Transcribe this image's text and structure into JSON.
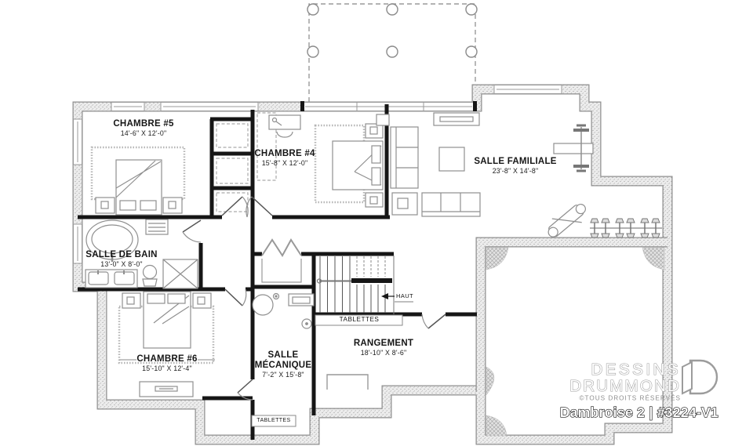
{
  "plan_title": "Dambroise 2 | #3224-V1",
  "brand": {
    "name_line1": "DESSINS",
    "name_line2": "DRUMMOND",
    "copyright": "©TOUS DROITS RÉSERVÉS"
  },
  "rooms": {
    "chambre5": {
      "name": "CHAMBRE #5",
      "dims": "14'-6\" X 12'-0\""
    },
    "chambre4": {
      "name": "CHAMBRE #4",
      "dims": "15'-8\" X 12'-0\""
    },
    "salle_familiale": {
      "name": "SALLE FAMILIALE",
      "dims": "23'-8\" X 14'-8\""
    },
    "salle_de_bain": {
      "name": "SALLE DE BAIN",
      "dims": "13'-0\" X 8'-0\""
    },
    "chambre6": {
      "name": "CHAMBRE #6",
      "dims": "15'-10\" X 12'-4\""
    },
    "salle_mecanique": {
      "name": "SALLE MÉCANIQUE",
      "dims": "7'-2\" X 15'-8\""
    },
    "rangement": {
      "name": "RANGEMENT",
      "dims": "18'-10\" X 8'-6\""
    }
  },
  "annotations": {
    "shelves_upper": "TABLETTES",
    "shelves_lower": "TABLETTES",
    "stairs_up": "HAUT"
  },
  "colors": {
    "wall": "#161616",
    "foundation": "#8f8f8f",
    "furniture": "#8f8f8f"
  }
}
